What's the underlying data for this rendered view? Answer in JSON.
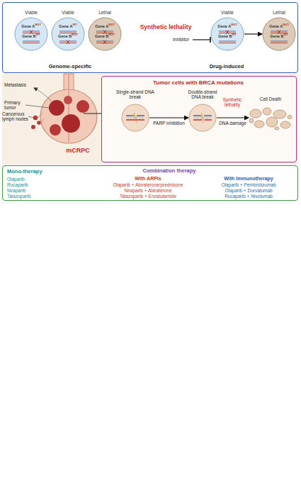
{
  "diagram": {
    "nodes": [
      {
        "text": [
          "Synthetic lethality",
          "Genome-specific",
          "Drug-induced"
        ]
      },
      {
        "text": [
          "Viable",
          "Gene A",
          "MUT",
          "Gene B",
          "WT"
        ],
        "in": 0
      },
      {
        "text": [
          "Viable",
          "Gene A",
          "WT",
          "Gene B",
          "MUT"
        ],
        "in": 0
      },
      {
        "text": [
          "Lethal",
          "Gene A",
          "MUT",
          "Gene B",
          "MUT"
        ],
        "in": 0
      },
      {
        "text": [
          "Viable",
          "Gene A",
          "MUT",
          "Gene B",
          "WT"
        ],
        "in": 0
      },
      {
        "text": [
          "Lethal",
          "Gene A",
          "MUT",
          "Gene B",
          "WT"
        ],
        "in": 0
      },
      {
        "text": [
          "Tumor cells with BRCA mutations"
        ]
      },
      {
        "text": [
          "Single-strand DNA break"
        ],
        "in": 6
      },
      {
        "text": [
          "Double-strand DNA break"
        ],
        "in": 6
      },
      {
        "text": [
          "Cell Death"
        ],
        "in": 6
      },
      {
        "text": [
          "Mono-therapy",
          "Olaparib",
          "Rucaparib",
          "Niraparib",
          "Talazoparib",
          "Combination therapy",
          "With ARPIs",
          "Olaparib + Abiraterone/prednisone",
          "Niraparib + Abiraterone",
          "Talazoparib + Enzalutamide",
          "With Immunotherapy",
          "Olaparib + Pembrolizumab",
          "Olaparib + Durvalumab",
          "Rucaparib + Nivolumab"
        ]
      }
    ],
    "edges": [
      {
        "from": 4,
        "to": 5,
        "arrow": "to"
      },
      {
        "from": 7,
        "to": 8,
        "label": "PARP inhibition",
        "arrow": "to"
      },
      {
        "from": 8,
        "to": 9,
        "label": "DNA damage",
        "arrow": "to"
      }
    ],
    "labels": [
      "Inhibitor",
      "Metastasis",
      "Primary tumor",
      "Cancerous lymph nodes",
      "mCRPC",
      "Synthetic lethality"
    ]
  }
}
